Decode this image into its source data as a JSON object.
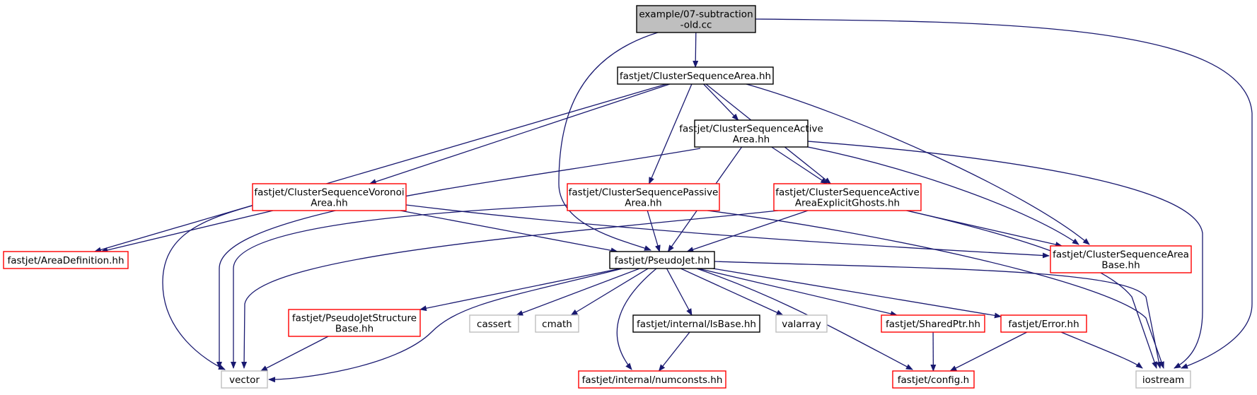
{
  "colors": {
    "edge": "#191970",
    "root_fill": "#bfbfbf",
    "border_black": "#000000",
    "border_red": "#ff0000",
    "border_gray": "#bfbfbf"
  },
  "nodes": [
    {
      "id": "root",
      "lines": [
        "example/07-subtraction",
        "-old.cc"
      ],
      "style": "root"
    },
    {
      "id": "csa",
      "lines": [
        "fastjet/ClusterSequenceArea.hh"
      ],
      "style": "black"
    },
    {
      "id": "csaa",
      "lines": [
        "fastjet/ClusterSequenceActive",
        "Area.hh"
      ],
      "style": "black"
    },
    {
      "id": "csva",
      "lines": [
        "fastjet/ClusterSequenceVoronoi",
        "Area.hh"
      ],
      "style": "red"
    },
    {
      "id": "cspa",
      "lines": [
        "fastjet/ClusterSequencePassive",
        "Area.hh"
      ],
      "style": "red"
    },
    {
      "id": "csaeg",
      "lines": [
        "fastjet/ClusterSequenceActive",
        "AreaExplicitGhosts.hh"
      ],
      "style": "red"
    },
    {
      "id": "areadef",
      "lines": [
        "fastjet/AreaDefinition.hh"
      ],
      "style": "red"
    },
    {
      "id": "pseudojet",
      "lines": [
        "fastjet/PseudoJet.hh"
      ],
      "style": "black"
    },
    {
      "id": "csab",
      "lines": [
        "fastjet/ClusterSequenceArea",
        "Base.hh"
      ],
      "style": "red"
    },
    {
      "id": "pjsb",
      "lines": [
        "fastjet/PseudoJetStructure",
        "Base.hh"
      ],
      "style": "red"
    },
    {
      "id": "cassert",
      "lines": [
        "cassert"
      ],
      "style": "gray"
    },
    {
      "id": "cmath",
      "lines": [
        "cmath"
      ],
      "style": "gray"
    },
    {
      "id": "isbase",
      "lines": [
        "fastjet/internal/IsBase.hh"
      ],
      "style": "black"
    },
    {
      "id": "valarray",
      "lines": [
        "valarray"
      ],
      "style": "gray"
    },
    {
      "id": "sharedptr",
      "lines": [
        "fastjet/SharedPtr.hh"
      ],
      "style": "red"
    },
    {
      "id": "error",
      "lines": [
        "fastjet/Error.hh"
      ],
      "style": "red"
    },
    {
      "id": "vector",
      "lines": [
        "vector"
      ],
      "style": "gray"
    },
    {
      "id": "numconsts",
      "lines": [
        "fastjet/internal/numconsts.hh"
      ],
      "style": "red"
    },
    {
      "id": "config",
      "lines": [
        "fastjet/config.h"
      ],
      "style": "red"
    },
    {
      "id": "iostream",
      "lines": [
        "iostream"
      ],
      "style": "gray"
    }
  ],
  "edges": [
    [
      "root",
      "csa"
    ],
    [
      "root",
      "pseudojet"
    ],
    [
      "root",
      "iostream"
    ],
    [
      "csa",
      "areadef"
    ],
    [
      "csa",
      "csva"
    ],
    [
      "csa",
      "cspa"
    ],
    [
      "csa",
      "csaa"
    ],
    [
      "csa",
      "csaeg"
    ],
    [
      "csa",
      "csab"
    ],
    [
      "csaa",
      "vector"
    ],
    [
      "csaa",
      "pseudojet"
    ],
    [
      "csaa",
      "csaeg"
    ],
    [
      "csaa",
      "csab"
    ],
    [
      "csaa",
      "iostream"
    ],
    [
      "csva",
      "areadef"
    ],
    [
      "csva",
      "vector"
    ],
    [
      "csva",
      "pseudojet"
    ],
    [
      "csva",
      "csab"
    ],
    [
      "cspa",
      "vector"
    ],
    [
      "cspa",
      "pseudojet"
    ],
    [
      "cspa",
      "iostream"
    ],
    [
      "csaeg",
      "vector"
    ],
    [
      "csaeg",
      "pseudojet"
    ],
    [
      "csaeg",
      "csab"
    ],
    [
      "csaeg",
      "iostream"
    ],
    [
      "pseudojet",
      "vector"
    ],
    [
      "pseudojet",
      "pjsb"
    ],
    [
      "pseudojet",
      "cassert"
    ],
    [
      "pseudojet",
      "cmath"
    ],
    [
      "pseudojet",
      "numconsts"
    ],
    [
      "pseudojet",
      "isbase"
    ],
    [
      "pseudojet",
      "valarray"
    ],
    [
      "pseudojet",
      "config"
    ],
    [
      "pseudojet",
      "sharedptr"
    ],
    [
      "pseudojet",
      "error"
    ],
    [
      "pseudojet",
      "iostream"
    ],
    [
      "pjsb",
      "vector"
    ],
    [
      "isbase",
      "numconsts"
    ],
    [
      "sharedptr",
      "config"
    ],
    [
      "error",
      "config"
    ],
    [
      "error",
      "iostream"
    ]
  ]
}
